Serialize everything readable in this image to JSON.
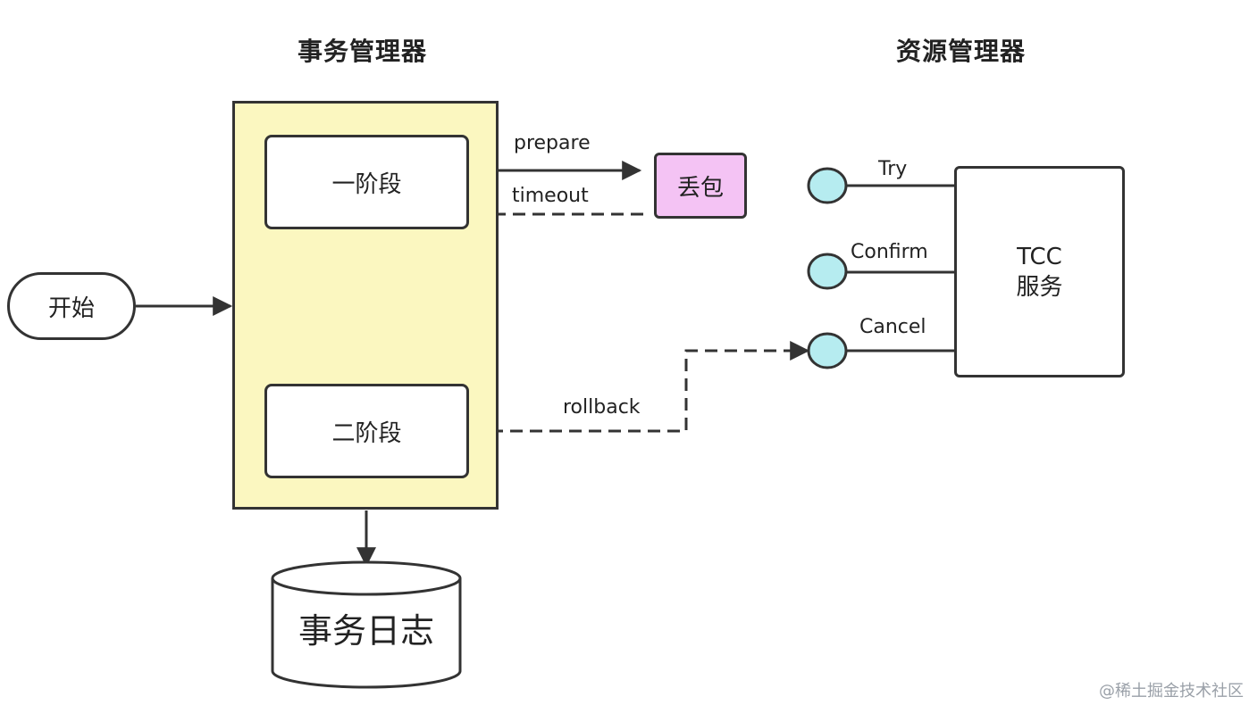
{
  "titles": {
    "transaction_manager": "事务管理器",
    "resource_manager": "资源管理器"
  },
  "nodes": {
    "start": "开始",
    "phase1": "一阶段",
    "phase2": "二阶段",
    "packet_loss": "丢包",
    "tcc_line1": "TCC",
    "tcc_line2": "服务",
    "transaction_log": "事务日志"
  },
  "edges": {
    "prepare": "prepare",
    "timeout": "timeout",
    "rollback": "rollback"
  },
  "ports": {
    "try": "Try",
    "confirm": "Confirm",
    "cancel": "Cancel"
  },
  "colors": {
    "manager_fill": "#fbf7c0",
    "packet_loss_fill": "#f4c3f4",
    "port_fill": "#b6ecf0",
    "stroke": "#333333"
  },
  "watermark": "@稀土掘金技术社区"
}
